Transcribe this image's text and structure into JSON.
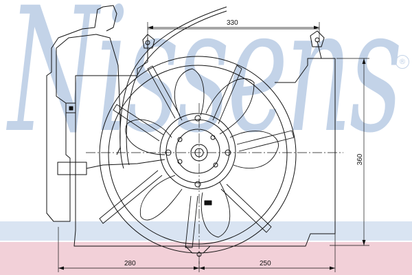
{
  "watermark": {
    "text": "Nissens",
    "registered_symbol": "®",
    "color": "#c3d3e8"
  },
  "bands": {
    "blue": "#d9e4f2",
    "pink": "#f2d0d8"
  },
  "dimensions": {
    "top_width": "330",
    "height": "360",
    "bottom_left": "280",
    "bottom_right": "250"
  },
  "line_color": "#111111"
}
